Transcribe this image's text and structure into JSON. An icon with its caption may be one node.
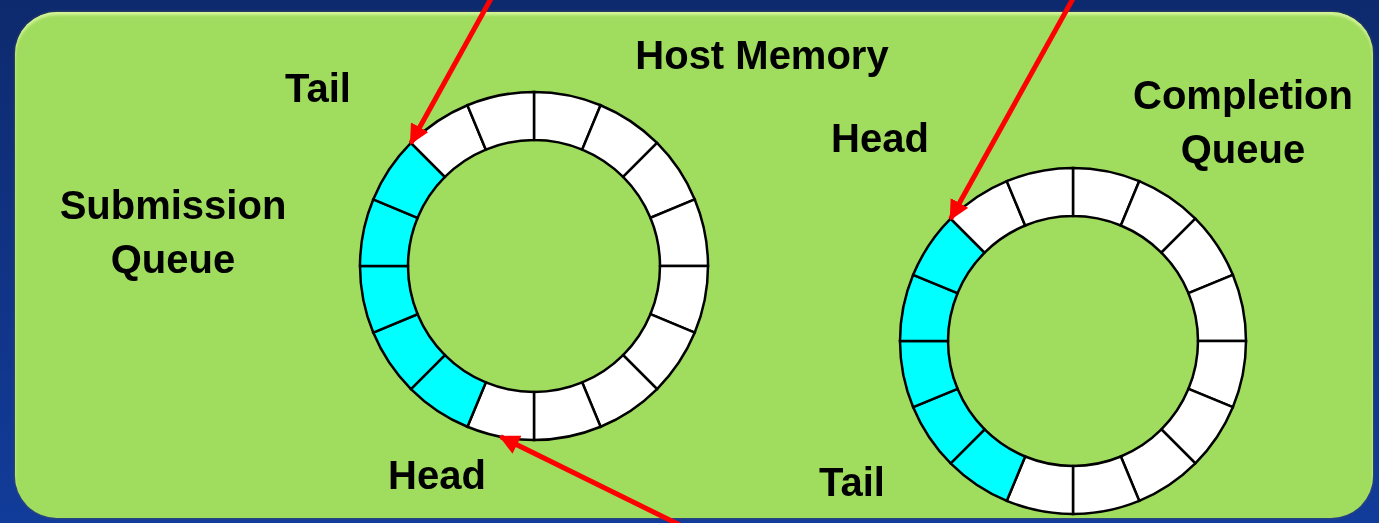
{
  "diagram": {
    "nodes": [
      {
        "text": [
          "Host Memory"
        ]
      },
      {
        "text": [],
        "shape": "circle",
        "in": 0,
        "beside": [
          "Tail",
          "Submission Queue",
          "Head"
        ]
      },
      {
        "text": [],
        "shape": "circle",
        "in": 0,
        "beside": [
          "Completion Queue",
          "Head",
          "Tail"
        ]
      }
    ],
    "edges": [
      {
        "from": null,
        "to": 1,
        "arrow": "to"
      },
      {
        "from": null,
        "to": 2,
        "arrow": "to"
      },
      {
        "from": null,
        "to": 1,
        "arrow": "to"
      }
    ]
  }
}
